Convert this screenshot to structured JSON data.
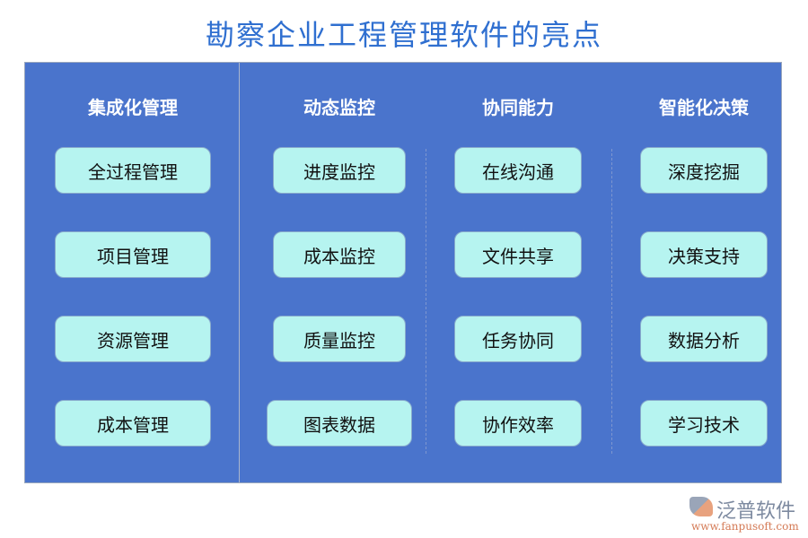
{
  "title": "勘察企业工程管理软件的亮点",
  "columns": [
    {
      "header": "集成化管理",
      "items": [
        "全过程管理",
        "项目管理",
        "资源管理",
        "成本管理"
      ]
    },
    {
      "header": "动态监控",
      "items": [
        "进度监控",
        "成本监控",
        "质量监控",
        "图表数据"
      ]
    },
    {
      "header": "协同能力",
      "items": [
        "在线沟通",
        "文件共享",
        "任务协同",
        "协作效率"
      ]
    },
    {
      "header": "智能化决策",
      "items": [
        "深度挖掘",
        "决策支持",
        "数据分析",
        "学习技术"
      ]
    }
  ],
  "logo": {
    "name": "泛普软件",
    "url": "www.fanpusoft.com"
  },
  "colors": {
    "panel": "#4a74cc",
    "box": "#b6f4f0",
    "title": "#2f6fd0"
  }
}
